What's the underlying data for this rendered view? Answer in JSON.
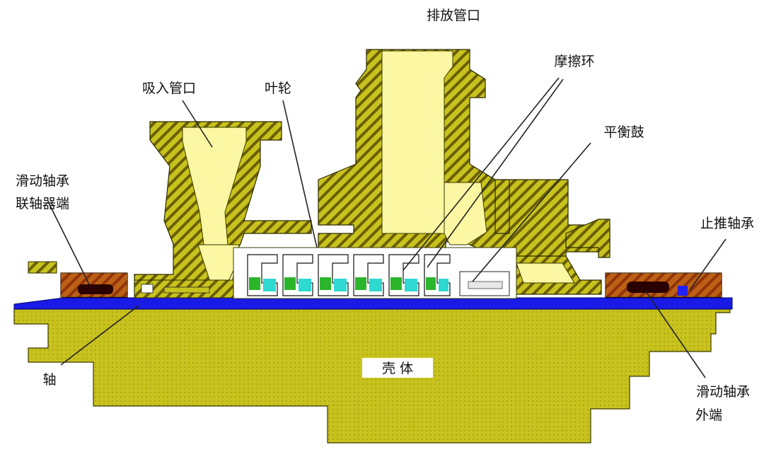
{
  "labels": {
    "discharge": "排放管口",
    "suction": "吸入管口",
    "impeller": "叶轮",
    "wear_ring": "摩擦环",
    "balance_drum": "平衡鼓",
    "bearing_coupling_line1": "滑动轴承",
    "bearing_coupling_line2": "联轴器端",
    "thrust_bearing": "止推轴承",
    "shaft": "轴",
    "casing": "壳 体",
    "bearing_outer_line1": "滑动轴承",
    "bearing_outer_line2": "外端"
  },
  "colors": {
    "casing": "#c8c21e",
    "hatch_line": "#5b5200",
    "cavity": "#fbf7a2",
    "shaft": "#1a1ae6",
    "bearing": "#b01010",
    "impeller_cyan": "#2fd8d0",
    "impeller_green": "#2bb52b",
    "leader": "#222222"
  }
}
